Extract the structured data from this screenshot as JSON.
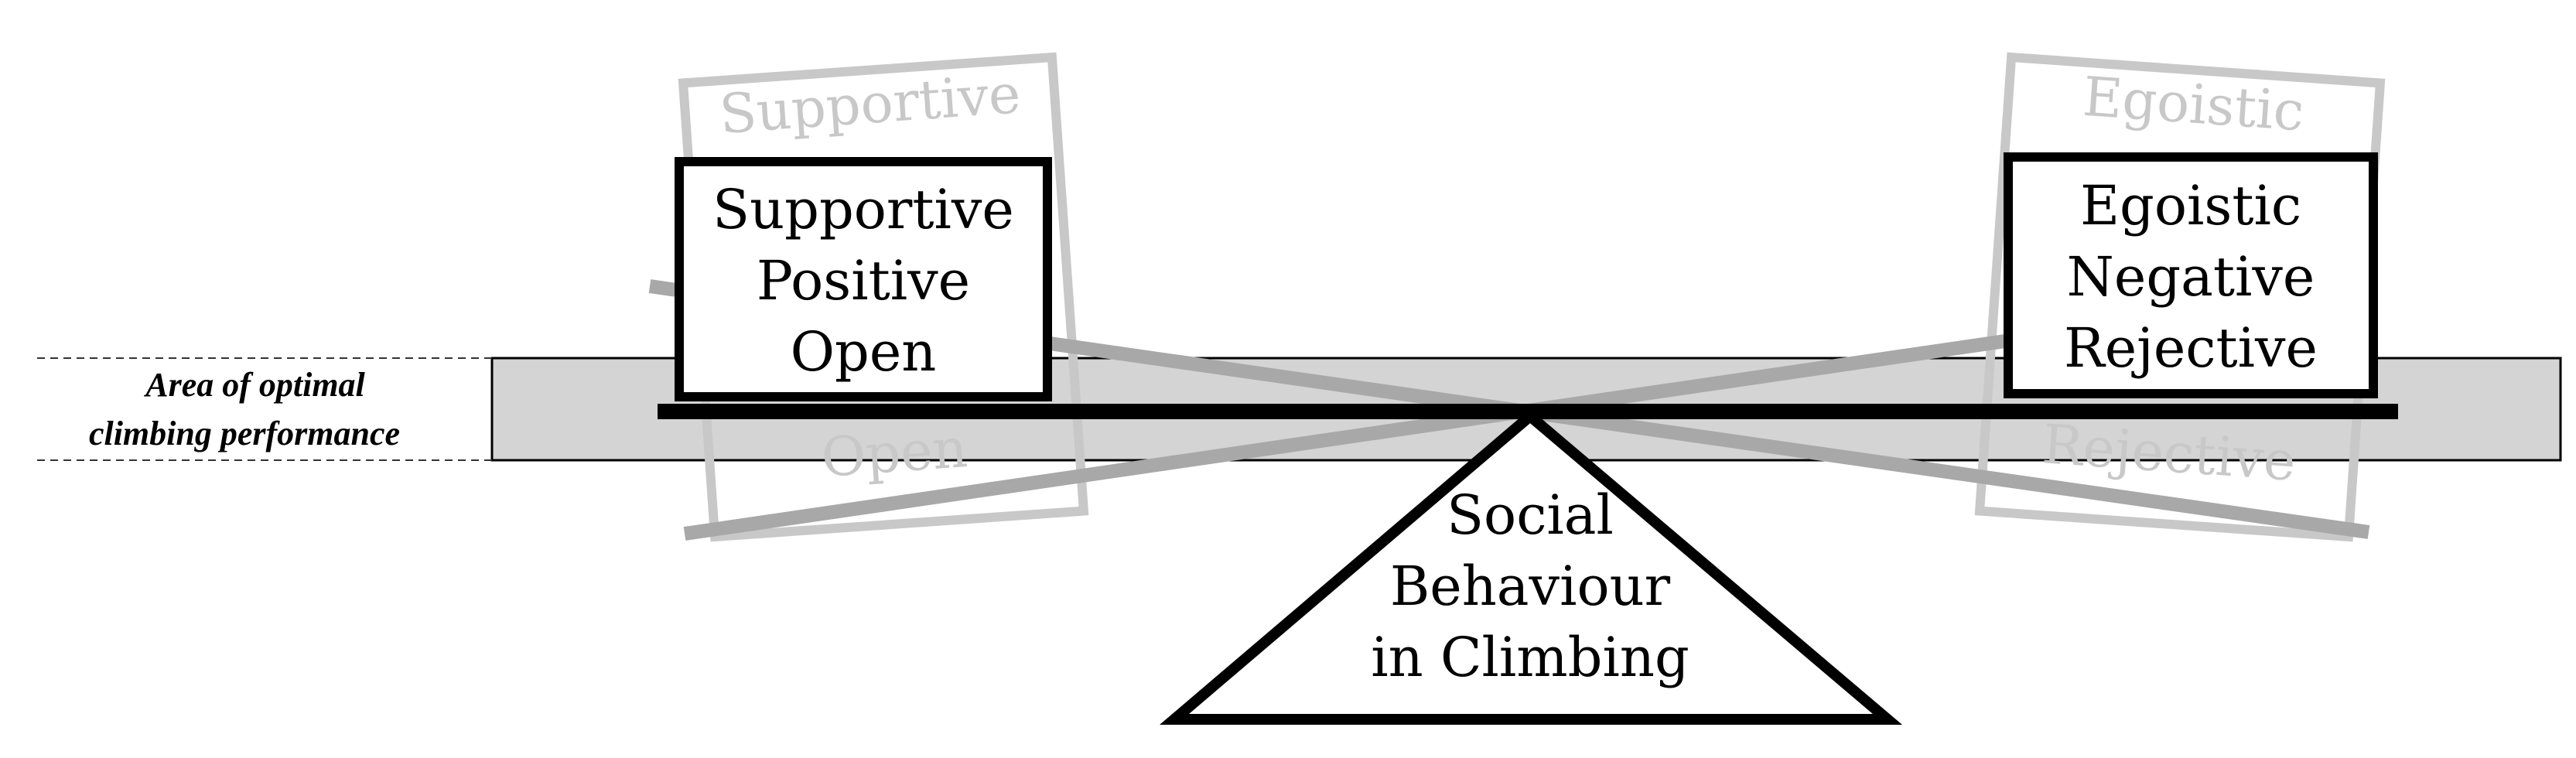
{
  "diagram": {
    "area_label": {
      "line1": "Area of optimal",
      "line2": "climbing performance"
    },
    "left_box": {
      "line1": "Supportive",
      "line2": "Positive",
      "line3": "Open"
    },
    "right_box": {
      "line1": "Egoistic",
      "line2": "Negative",
      "line3": "Rejective"
    },
    "ghost_left": {
      "top": "Supportive",
      "bottom": "Open"
    },
    "ghost_right": {
      "top": "Egoistic",
      "bottom": "Rejective"
    },
    "fulcrum": {
      "line1": "Social",
      "line2": "Behaviour",
      "line3": "in Climbing"
    },
    "colors": {
      "ink": "#000000",
      "ghost": "#c8c8c8",
      "ghost_bar": "#a8a8a8",
      "band": "#d4d4d4"
    }
  }
}
